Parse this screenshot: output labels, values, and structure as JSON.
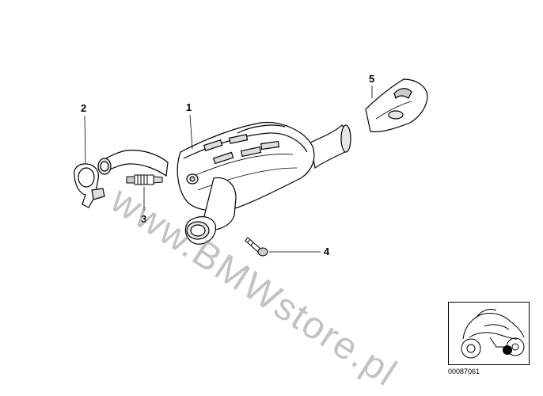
{
  "callouts": [
    {
      "id": "1",
      "label": "1"
    },
    {
      "id": "2",
      "label": "2"
    },
    {
      "id": "3",
      "label": "3"
    },
    {
      "id": "4",
      "label": "4"
    },
    {
      "id": "5",
      "label": "5"
    }
  ],
  "watermark": "www.BMWstore.pl",
  "diagram_id": "00087061",
  "thumbnail": {
    "subject": "motorcycle-silhouette",
    "marker_color": "#000000"
  },
  "colors": {
    "line": "#000000",
    "fill": "#ffffff",
    "shade": "#d0d0d0",
    "watermark": "#787878"
  }
}
